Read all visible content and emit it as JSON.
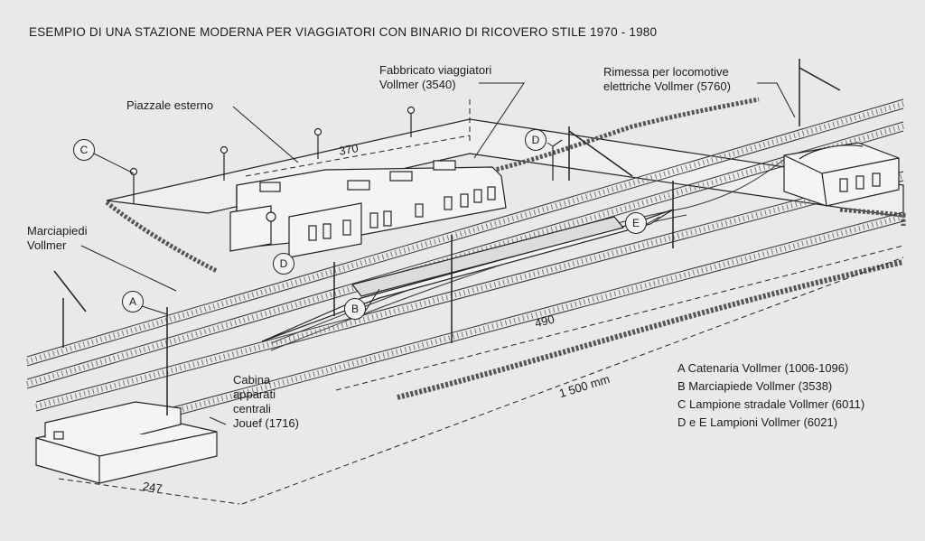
{
  "title": "ESEMPIO DI UNA STAZIONE MODERNA PER VIAGGIATORI CON BINARIO DI RICOVERO  STILE 1970 - 1980",
  "labels": {
    "fabbricato": [
      "Fabbricato viaggiatori",
      "Vollmer (3540)"
    ],
    "rimessa": [
      "Rimessa per locomotive",
      "elettriche Vollmer (5760)"
    ],
    "piazzale": "Piazzale esterno",
    "marciapiedi": [
      "Marciapiedi",
      "Vollmer"
    ],
    "cabina": [
      "Cabina",
      "apparati",
      "centrali",
      "Jouef (1716)"
    ]
  },
  "dimensions": {
    "d370": "370",
    "d490": "490",
    "d1500": "1 500 mm",
    "d247": "247"
  },
  "markers": [
    "A",
    "B",
    "C",
    "D",
    "D",
    "E"
  ],
  "legend": [
    "A Catenaria Vollmer (1006-1096)",
    "B Marciapiede Vollmer (3538)",
    "C Lampione stradale Vollmer (6011)",
    "D e E Lampioni Vollmer (6021)"
  ]
}
